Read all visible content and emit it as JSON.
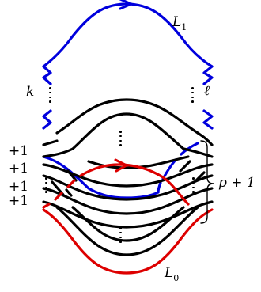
{
  "labels": {
    "L1": {
      "main": "L",
      "sub": "1"
    },
    "L0": {
      "main": "L",
      "sub": "0"
    },
    "k": "k",
    "ell": "ℓ",
    "p_plus_1": "p + 1",
    "framing_1": "+1",
    "framing_2": "+1",
    "framing_3": "+1",
    "framing_4": "+1"
  },
  "colors": {
    "L1": "#0000dd",
    "L0": "#dd0000",
    "strands": "#000000"
  }
}
